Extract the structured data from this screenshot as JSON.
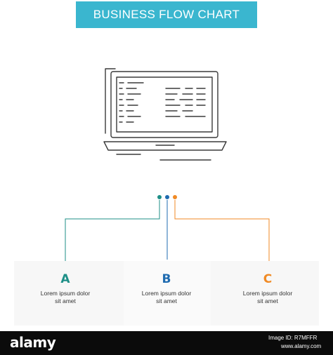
{
  "banner": {
    "title": "BUSINESS FLOW CHART",
    "color": "#3ab6cf"
  },
  "illustration": {
    "icon": "laptop-code-icon"
  },
  "steps": [
    {
      "letter": "A",
      "text": "Lorem ipsum dolor sit amet",
      "color": "#1e8f87"
    },
    {
      "letter": "B",
      "text": "Lorem ipsum dolor sit amet",
      "color": "#1f6bb0"
    },
    {
      "letter": "C",
      "text": "Lorem ipsum dolor sit amet",
      "color": "#f08a24"
    }
  ],
  "footer": {
    "logo": "alamy",
    "image_id_label": "Image ID: R7MFFR",
    "site": "www.alamy.com"
  }
}
